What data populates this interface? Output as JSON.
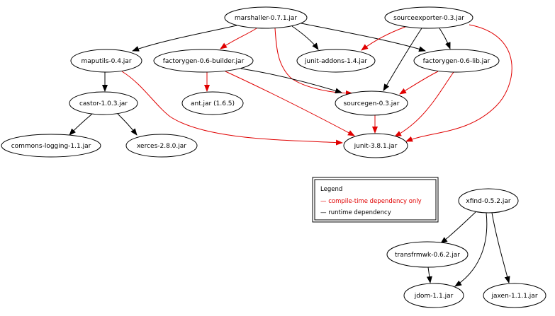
{
  "diagram": {
    "type": "dependency-graph",
    "colors": {
      "compile": "#e00000",
      "runtime": "#000000",
      "node_fill": "#ffffff",
      "node_stroke": "#000000"
    },
    "nodes": [
      {
        "id": "marshaller",
        "label": "marshaller-0.7.1.jar"
      },
      {
        "id": "sourceexporter",
        "label": "sourceexporter-0.3.jar"
      },
      {
        "id": "maputils",
        "label": "maputils-0.4.jar"
      },
      {
        "id": "fgbuilder",
        "label": "factorygen-0.6-builder.jar"
      },
      {
        "id": "junitaddons",
        "label": "junit-addons-1.4.jar"
      },
      {
        "id": "fglib",
        "label": "factorygen-0.6-lib.jar"
      },
      {
        "id": "castor",
        "label": "castor-1.0.3.jar"
      },
      {
        "id": "ant",
        "label": "ant.jar (1.6.5)"
      },
      {
        "id": "sourcegen",
        "label": "sourcegen-0.3.jar"
      },
      {
        "id": "commonslogging",
        "label": "commons-logging-1.1.jar"
      },
      {
        "id": "xerces",
        "label": "xerces-2.8.0.jar"
      },
      {
        "id": "junit",
        "label": "junit-3.8.1.jar"
      },
      {
        "id": "xfind",
        "label": "xfind-0.5.2.jar"
      },
      {
        "id": "transfrmwk",
        "label": "transfrmwk-0.6.2.jar"
      },
      {
        "id": "jdom",
        "label": "jdom-1.1.jar"
      },
      {
        "id": "jaxen",
        "label": "jaxen-1.1.1.jar"
      }
    ],
    "edges": [
      {
        "from": "marshaller",
        "to": "maputils",
        "kind": "runtime"
      },
      {
        "from": "marshaller",
        "to": "fgbuilder",
        "kind": "compile"
      },
      {
        "from": "marshaller",
        "to": "junitaddons",
        "kind": "runtime"
      },
      {
        "from": "marshaller",
        "to": "sourcegen",
        "kind": "compile"
      },
      {
        "from": "marshaller",
        "to": "fglib",
        "kind": "runtime"
      },
      {
        "from": "sourceexporter",
        "to": "junitaddons",
        "kind": "compile"
      },
      {
        "from": "sourceexporter",
        "to": "sourcegen",
        "kind": "runtime"
      },
      {
        "from": "sourceexporter",
        "to": "fglib",
        "kind": "runtime"
      },
      {
        "from": "sourceexporter",
        "to": "junit",
        "kind": "compile"
      },
      {
        "from": "maputils",
        "to": "castor",
        "kind": "runtime"
      },
      {
        "from": "maputils",
        "to": "junit",
        "kind": "compile"
      },
      {
        "from": "fgbuilder",
        "to": "ant",
        "kind": "compile"
      },
      {
        "from": "fgbuilder",
        "to": "sourcegen",
        "kind": "runtime"
      },
      {
        "from": "fgbuilder",
        "to": "junit",
        "kind": "compile"
      },
      {
        "from": "fglib",
        "to": "sourcegen",
        "kind": "compile"
      },
      {
        "from": "fglib",
        "to": "junit",
        "kind": "compile"
      },
      {
        "from": "sourcegen",
        "to": "junit",
        "kind": "compile"
      },
      {
        "from": "castor",
        "to": "commonslogging",
        "kind": "runtime"
      },
      {
        "from": "castor",
        "to": "xerces",
        "kind": "runtime"
      },
      {
        "from": "xfind",
        "to": "transfrmwk",
        "kind": "runtime"
      },
      {
        "from": "xfind",
        "to": "jdom",
        "kind": "runtime"
      },
      {
        "from": "xfind",
        "to": "jaxen",
        "kind": "runtime"
      },
      {
        "from": "transfrmwk",
        "to": "jdom",
        "kind": "runtime"
      }
    ]
  },
  "legend": {
    "title": "Legend",
    "items": [
      {
        "label": "compile-time dependency only",
        "kind": "compile"
      },
      {
        "label": "runtime dependency",
        "kind": "runtime"
      }
    ]
  }
}
